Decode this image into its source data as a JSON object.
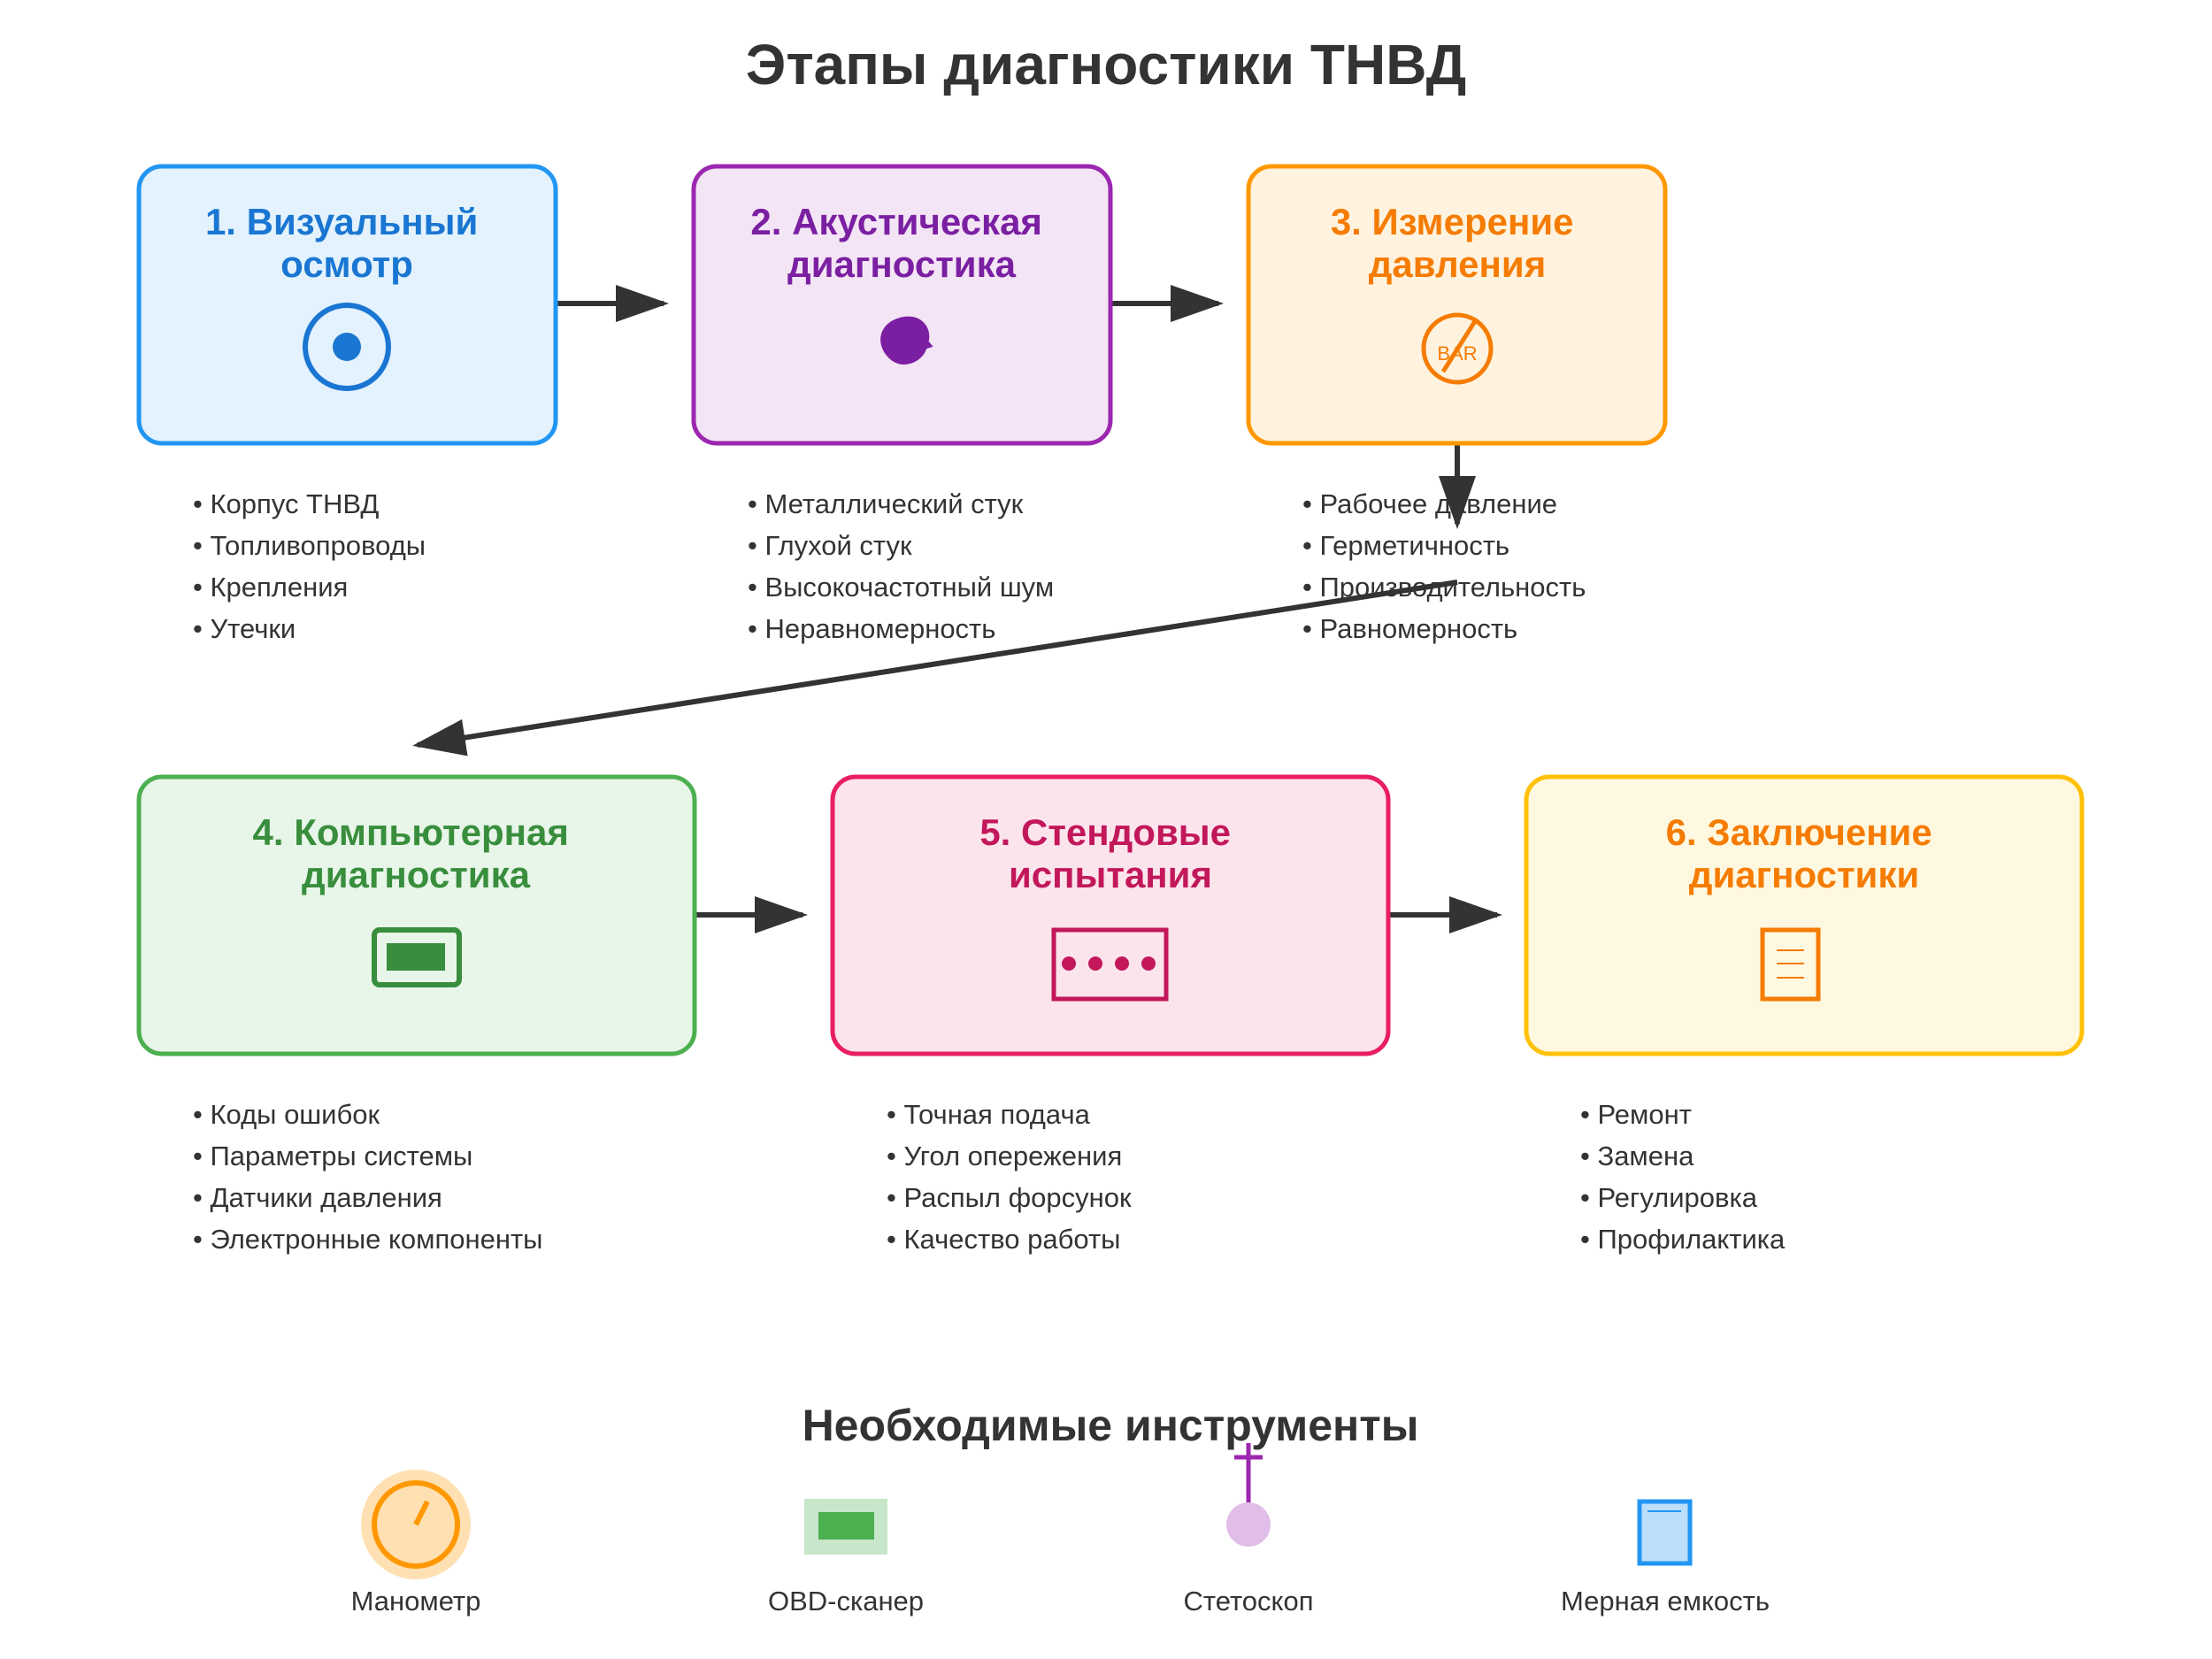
{
  "title": "Этапы диагностики ТНВД",
  "stages": [
    {
      "title_lines": [
        "1. Визуальный",
        "осмотр"
      ],
      "icon": "eye-target-icon",
      "color": "#1976d2",
      "border": "#2196f3",
      "fill": "#e3f2fd",
      "items": [
        "• Корпус ТНВД",
        "• Топливопроводы",
        "• Крепления",
        "• Утечки"
      ]
    },
    {
      "title_lines": [
        "2. Акустическая",
        "диагностика"
      ],
      "icon": "sound-blob-icon",
      "color": "#7b1fa2",
      "border": "#9c27b0",
      "fill": "#f3e5f5",
      "items": [
        "• Металлический стук",
        "• Глухой стук",
        "• Высокочастотный шум",
        "• Неравномерность"
      ]
    },
    {
      "title_lines": [
        "3. Измерение",
        "давления"
      ],
      "icon": "pressure-gauge-icon",
      "icon_text": "BAR",
      "color": "#f57c00",
      "border": "#ff9800",
      "fill": "#fff3e0",
      "items": [
        "• Рабочее давление",
        "• Герметичность",
        "• Производительность",
        "• Равномерность"
      ]
    },
    {
      "title_lines": [
        "4. Компьютерная",
        "диагностика"
      ],
      "icon": "monitor-icon",
      "color": "#388e3c",
      "border": "#4caf50",
      "fill": "#e8f5e9",
      "items": [
        "• Коды ошибок",
        "• Параметры системы",
        "• Датчики давления",
        "• Электронные компоненты"
      ]
    },
    {
      "title_lines": [
        "5. Стендовые",
        "испытания"
      ],
      "icon": "test-bench-icon",
      "color": "#c2185b",
      "border": "#e91e63",
      "fill": "#fce4ec",
      "items": [
        "• Точная подача",
        "• Угол опережения",
        "• Распыл форсунок",
        "• Качество работы"
      ]
    },
    {
      "title_lines": [
        "6. Заключение",
        "диагностики"
      ],
      "icon": "report-document-icon",
      "color": "#f57c00",
      "border": "#ffc107",
      "fill": "#fff8e1",
      "items": [
        "• Ремонт",
        "• Замена",
        "• Регулировка",
        "• Профилактика"
      ]
    }
  ],
  "tools_title": "Необходимые инструменты",
  "tools": [
    {
      "label": "Манометр",
      "icon": "manometer-icon"
    },
    {
      "label": "OBD-сканер",
      "icon": "obd-scanner-icon"
    },
    {
      "label": "Стетоскоп",
      "icon": "stethoscope-icon"
    },
    {
      "label": "Мерная емкость",
      "icon": "measuring-container-icon"
    }
  ],
  "arrow_color": "#333333"
}
